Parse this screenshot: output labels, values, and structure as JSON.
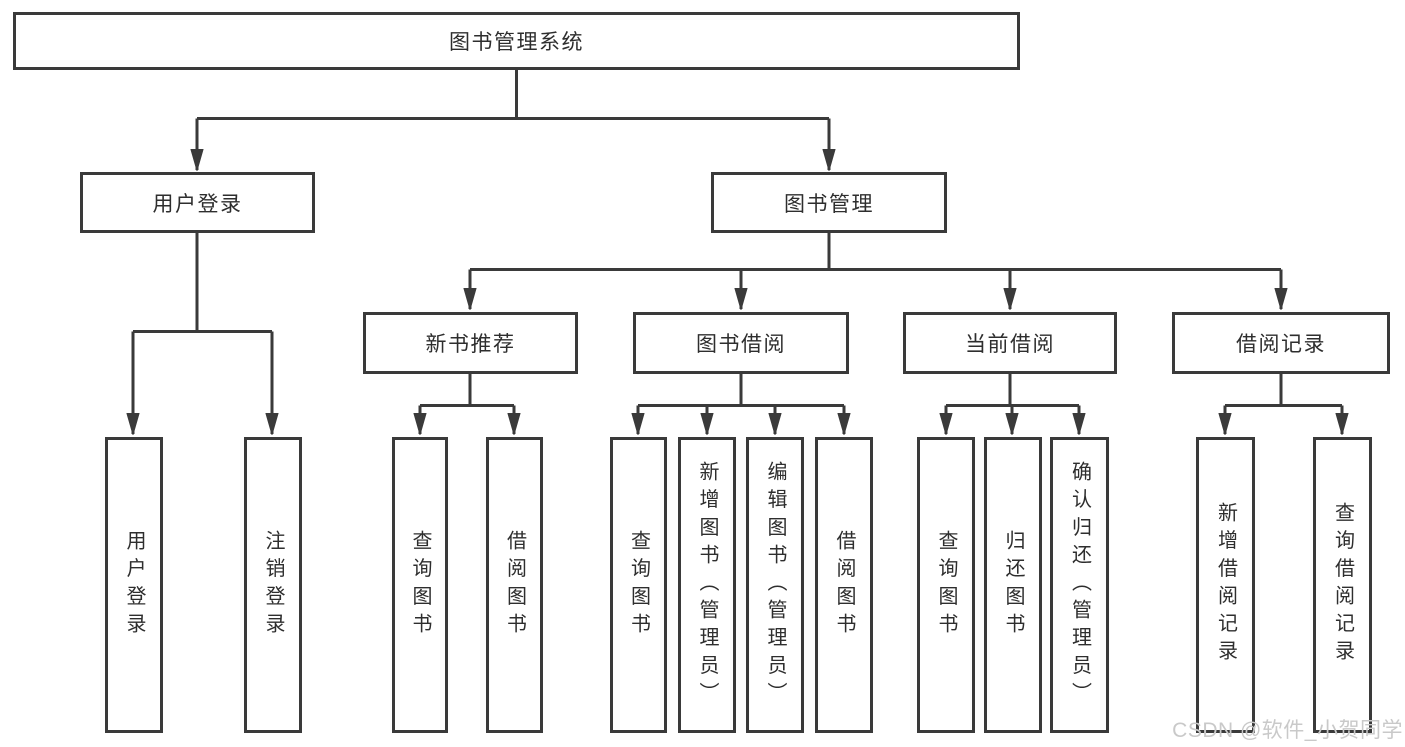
{
  "diagram": {
    "root": "图书管理系统",
    "level2": [
      "用户登录",
      "图书管理"
    ],
    "level3": [
      "新书推荐",
      "图书借阅",
      "当前借阅",
      "借阅记录"
    ],
    "leaves": {
      "login": [
        "用户登录",
        "注销登录"
      ],
      "recommend": [
        "查询图书",
        "借阅图书"
      ],
      "borrow": [
        "查询图书",
        "新增图书（管理员）",
        "编辑图书（管理员）",
        "借阅图书"
      ],
      "current": [
        "查询图书",
        "归还图书",
        "确认归还（管理员）"
      ],
      "records": [
        "新增借阅记录",
        "查询借阅记录"
      ]
    }
  },
  "watermark": "CSDN @软件_小贺同学",
  "colors": {
    "line": "#3a3a3a",
    "text": "#2e2e2e",
    "background": "#ffffff",
    "watermark": "#c9c9c9"
  }
}
